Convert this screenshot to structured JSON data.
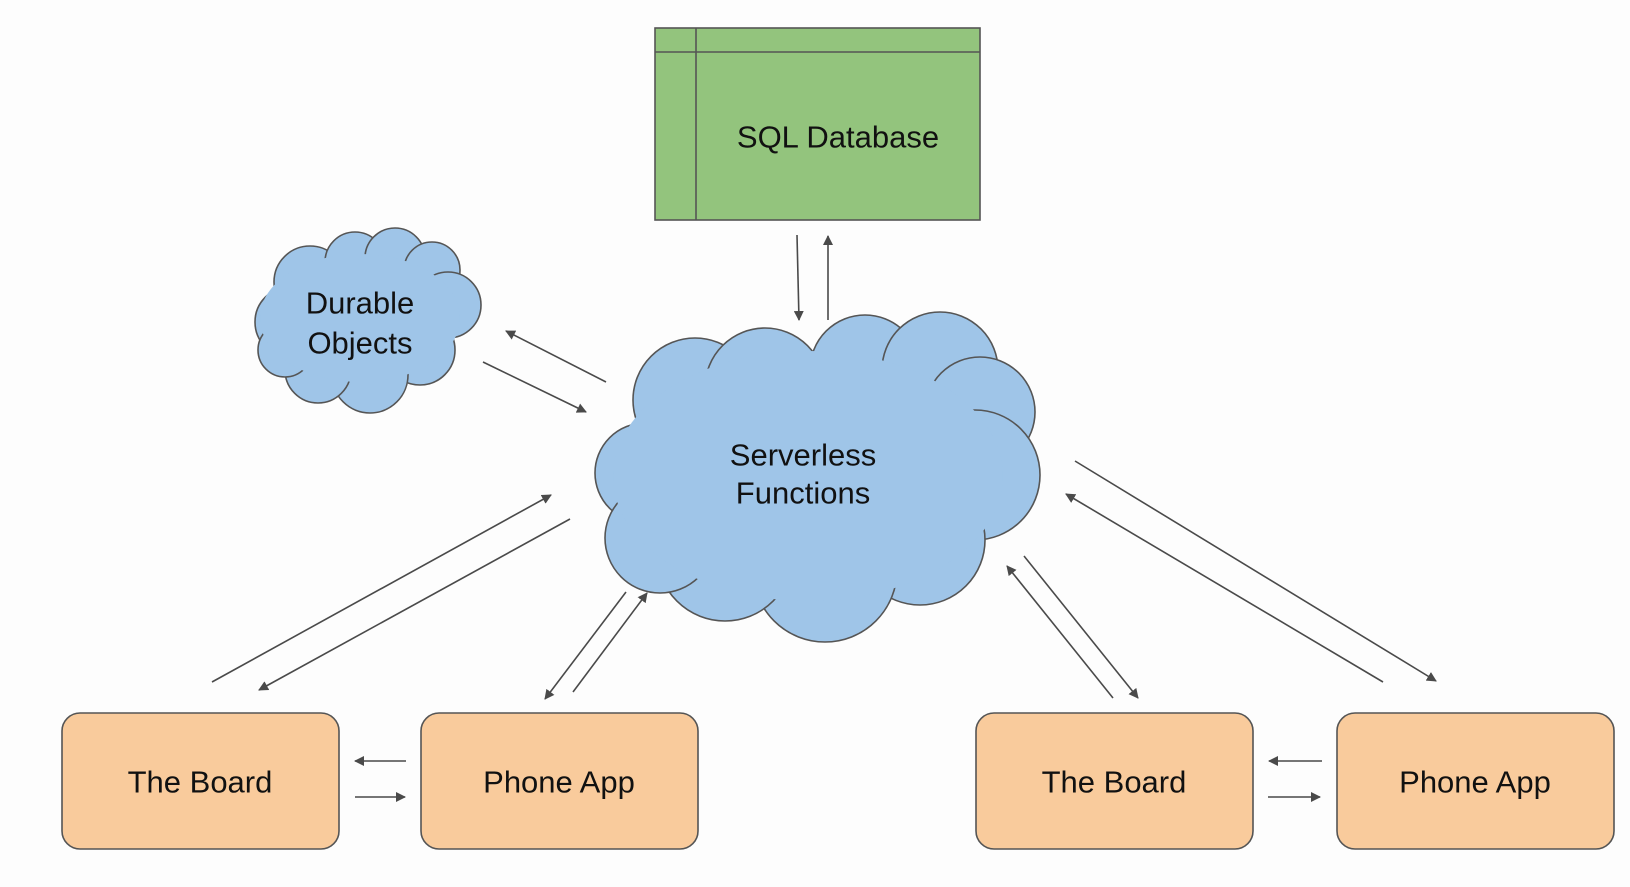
{
  "colors": {
    "background": "#fdfdfd",
    "database_fill": "#93c47d",
    "cloud_fill": "#9fc5e8",
    "device_fill": "#f9cb9c",
    "stroke": "#555555",
    "arrow": "#4a4a4a"
  },
  "database": {
    "label": "SQL Database"
  },
  "durable_objects": {
    "line1": "Durable",
    "line2": "Objects"
  },
  "serverless": {
    "line1": "Serverless",
    "line2": "Functions"
  },
  "left_group": {
    "board_label": "The Board",
    "phone_label": "Phone App"
  },
  "right_group": {
    "board_label": "The Board",
    "phone_label": "Phone App"
  },
  "connections": [
    {
      "from": "serverless-functions",
      "to": "sql-database"
    },
    {
      "from": "sql-database",
      "to": "serverless-functions"
    },
    {
      "from": "serverless-functions",
      "to": "durable-objects"
    },
    {
      "from": "durable-objects",
      "to": "serverless-functions"
    },
    {
      "from": "left-board",
      "to": "serverless-functions"
    },
    {
      "from": "serverless-functions",
      "to": "left-board"
    },
    {
      "from": "serverless-functions",
      "to": "left-phone-app"
    },
    {
      "from": "left-phone-app",
      "to": "serverless-functions"
    },
    {
      "from": "left-phone-app",
      "to": "left-board"
    },
    {
      "from": "left-board",
      "to": "left-phone-app"
    },
    {
      "from": "right-board",
      "to": "serverless-functions"
    },
    {
      "from": "serverless-functions",
      "to": "right-board"
    },
    {
      "from": "right-phone-app",
      "to": "serverless-functions"
    },
    {
      "from": "serverless-functions",
      "to": "right-phone-app"
    },
    {
      "from": "right-phone-app",
      "to": "right-board"
    },
    {
      "from": "right-board",
      "to": "right-phone-app"
    }
  ]
}
